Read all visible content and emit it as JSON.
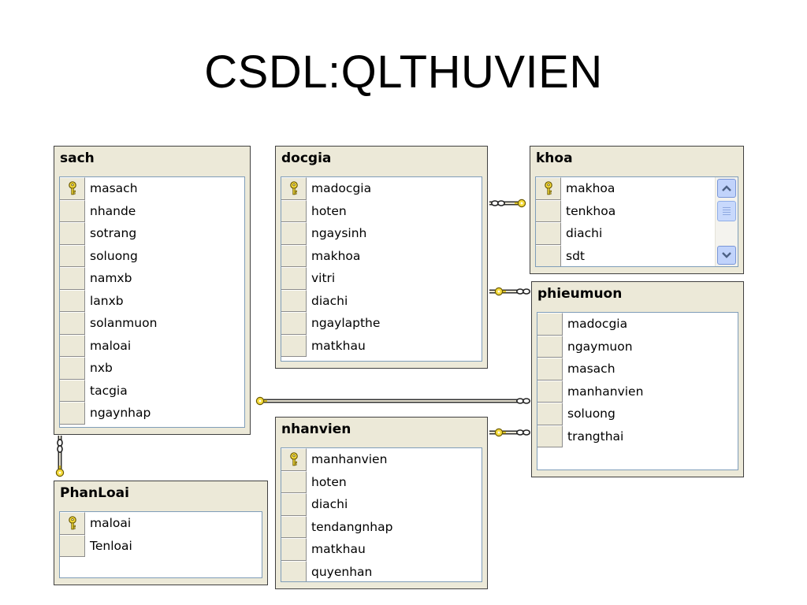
{
  "title": "CSDL:QLTHUVIEN",
  "tables": {
    "sach": {
      "name": "sach",
      "columns": [
        {
          "name": "masach",
          "key": true
        },
        {
          "name": "nhande",
          "key": false
        },
        {
          "name": "sotrang",
          "key": false
        },
        {
          "name": "soluong",
          "key": false
        },
        {
          "name": "namxb",
          "key": false
        },
        {
          "name": "lanxb",
          "key": false
        },
        {
          "name": "solanmuon",
          "key": false
        },
        {
          "name": "maloai",
          "key": false
        },
        {
          "name": "nxb",
          "key": false
        },
        {
          "name": "tacgia",
          "key": false
        },
        {
          "name": "ngaynhap",
          "key": false
        }
      ]
    },
    "docgia": {
      "name": "docgia",
      "columns": [
        {
          "name": "madocgia",
          "key": true
        },
        {
          "name": "hoten",
          "key": false
        },
        {
          "name": "ngaysinh",
          "key": false
        },
        {
          "name": "makhoa",
          "key": false
        },
        {
          "name": "vitri",
          "key": false
        },
        {
          "name": "diachi",
          "key": false
        },
        {
          "name": "ngaylapthe",
          "key": false
        },
        {
          "name": "matkhau",
          "key": false
        }
      ]
    },
    "khoa": {
      "name": "khoa",
      "columns": [
        {
          "name": "makhoa",
          "key": true
        },
        {
          "name": "tenkhoa",
          "key": false
        },
        {
          "name": "diachi",
          "key": false
        },
        {
          "name": "sdt",
          "key": false
        }
      ]
    },
    "phieumuon": {
      "name": "phieumuon",
      "columns": [
        {
          "name": "madocgia",
          "key": false
        },
        {
          "name": "ngaymuon",
          "key": false
        },
        {
          "name": "masach",
          "key": false
        },
        {
          "name": "manhanvien",
          "key": false
        },
        {
          "name": "soluong",
          "key": false
        },
        {
          "name": "trangthai",
          "key": false
        }
      ]
    },
    "nhanvien": {
      "name": "nhanvien",
      "columns": [
        {
          "name": "manhanvien",
          "key": true
        },
        {
          "name": "hoten",
          "key": false
        },
        {
          "name": "diachi",
          "key": false
        },
        {
          "name": "tendangnhap",
          "key": false
        },
        {
          "name": "matkhau",
          "key": false
        },
        {
          "name": "quyenhan",
          "key": false
        }
      ]
    },
    "PhanLoai": {
      "name": "PhanLoai",
      "columns": [
        {
          "name": "maloai",
          "key": true
        },
        {
          "name": "Tenloai",
          "key": false
        }
      ]
    }
  },
  "relationships": [
    {
      "from": "PhanLoai",
      "to": "sach"
    },
    {
      "from": "sach",
      "to": "phieumuon"
    },
    {
      "from": "khoa",
      "to": "docgia"
    },
    {
      "from": "docgia",
      "to": "phieumuon"
    },
    {
      "from": "nhanvien",
      "to": "phieumuon"
    }
  ],
  "colors": {
    "table_frame": "#ece9d8",
    "key_gold": "#e8c400",
    "scroll_button": "#c1d3fb"
  }
}
